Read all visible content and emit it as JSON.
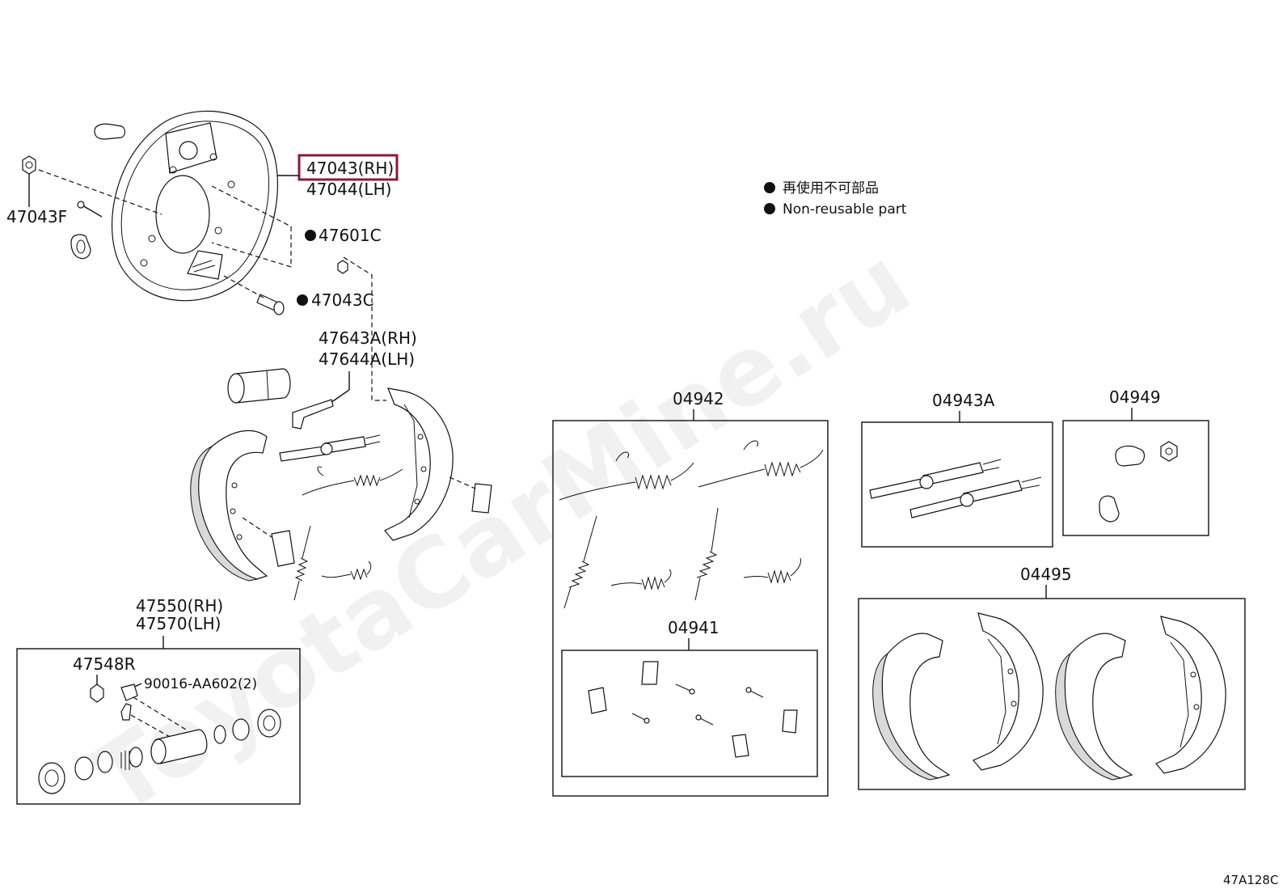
{
  "watermark": "ToyotaCarMine.ru",
  "diagram_code": "47A128C",
  "legend": {
    "line_jp": "再使用不可部品",
    "line_en": "Non-reusable part"
  },
  "colors": {
    "highlight": "#8b1a3a",
    "line": "#111111"
  },
  "labels": {
    "p47043rh": "47043(RH)",
    "p47044lh": "47044(LH)",
    "p47043f": "47043F",
    "p47601c": "47601C",
    "p47043c": "47043C",
    "p47643a": "47643A(RH)",
    "p47644a": "47644A(LH)",
    "p47550": "47550(RH)",
    "p47570": "47570(LH)",
    "p47548r": "47548R",
    "p90016": "90016-AA602(2)",
    "p04942": "04942",
    "p04941": "04941",
    "p04943a": "04943A",
    "p04949": "04949",
    "p04495": "04495"
  }
}
